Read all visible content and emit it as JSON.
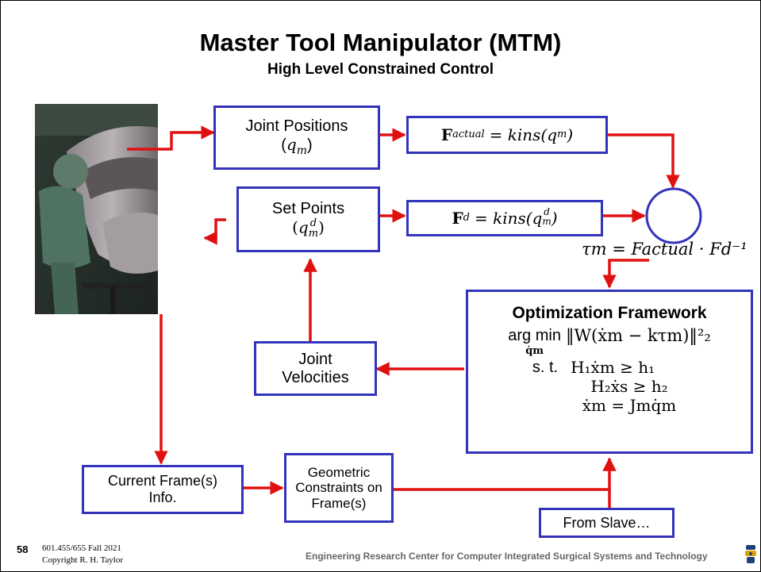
{
  "title": "Master Tool Manipulator (MTM)",
  "subtitle": "High Level Constrained Control",
  "photo_icon": "surgeon-at-console-photo",
  "boxes": {
    "joint_positions": {
      "line1": "Joint Positions",
      "var": "q",
      "sub": "m"
    },
    "f_actual": {
      "lhs": "F",
      "lhs_sub": "actual",
      "rhs": "= kins(q",
      "rhs_sub": "m",
      "close": ")"
    },
    "set_points": {
      "line1": "Set Points",
      "var": "q",
      "sub": "m",
      "sup": "d"
    },
    "f_d": {
      "lhs": "F",
      "lhs_sub": "d",
      "rhs": "= kins(q",
      "rhs_sub": "m",
      "rhs_sup": "d",
      "close": ")"
    },
    "joint_velocities": {
      "line1": "Joint",
      "line2": "Velocities"
    },
    "optimization": {
      "heading": "Optimization  Framework",
      "obj_prefix": "arg min",
      "obj_under": "q̇m",
      "objective": "‖W(ẋm − kτm)‖²₂",
      "st_label": "s. t.",
      "c1": "H₁ẋm ≥ h₁",
      "c2": "H₂ẋs ≥ h₂",
      "c3": "ẋm = Jmq̇m"
    },
    "current_frame": {
      "line1": "Current Frame(s)",
      "line2": "Info."
    },
    "geometric": {
      "line1": "Geometric",
      "line2": "Constraints on",
      "line3": "Frame(s)"
    },
    "from_slave": {
      "label": "From Slave…"
    }
  },
  "tau_eq": "τm = Factual · Fd⁻¹",
  "footer": {
    "slide_number": "58",
    "course": "601.455/655 Fall 2021",
    "copyright": "Copyright R. H. Taylor",
    "center": "Engineering Research Center for Computer Integrated Surgical Systems and Technology"
  },
  "colors": {
    "box_border": "#3333bb",
    "arrow": "#e01010"
  }
}
